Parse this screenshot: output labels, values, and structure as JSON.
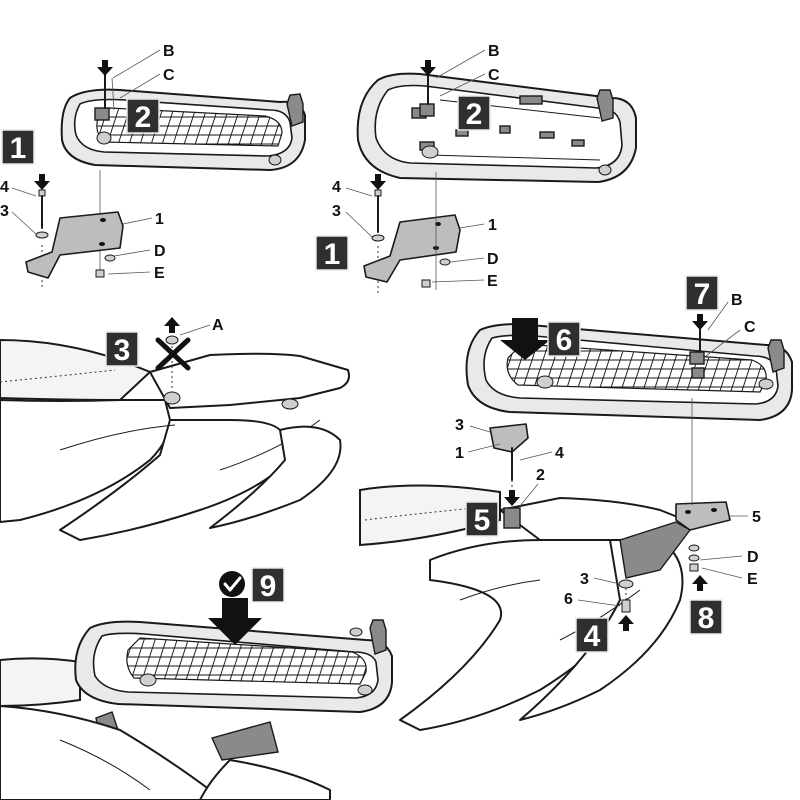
{
  "steps": [
    "1",
    "2",
    "1",
    "2",
    "3",
    "6",
    "7",
    "5",
    "4",
    "8",
    "9"
  ],
  "labels": {
    "B": "B",
    "C": "C",
    "D": "D",
    "E": "E",
    "A": "A",
    "one": "1",
    "two": "2",
    "three": "3",
    "four": "4",
    "five": "5",
    "six": "6"
  },
  "colors": {
    "ink": "#1a1a1a",
    "step_box": "#2f2f2f",
    "rack_fill": "#e9e9e9",
    "plate_fill": "#bdbdbd"
  },
  "icons": [
    "down-arrow-icon",
    "up-arrow-icon",
    "cross-icon",
    "checkmark-icon"
  ]
}
